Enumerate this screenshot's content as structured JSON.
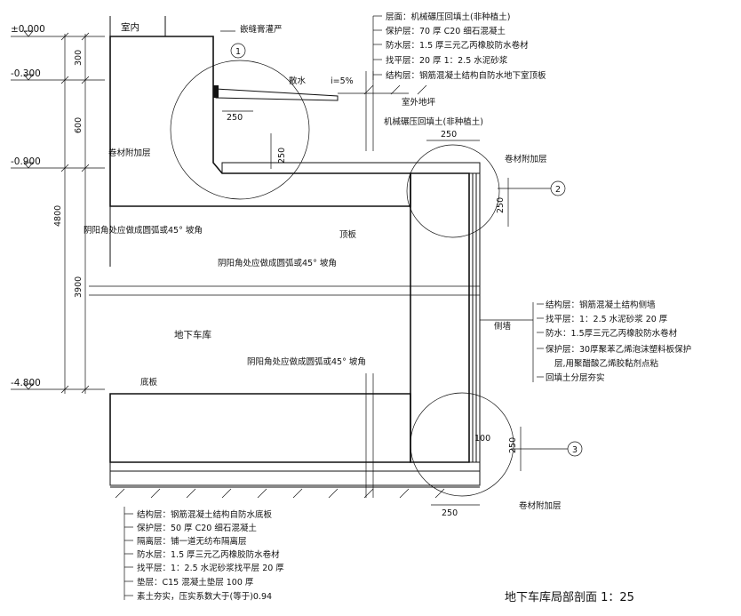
{
  "title": "地下车库局部剖面 1：25",
  "levels": [
    "±0.000",
    "-0.300",
    "-0.900",
    "-4.800"
  ],
  "dims_vertical": [
    "300",
    "600",
    "4800",
    "3900"
  ],
  "dims": {
    "d250_top": "250",
    "d250_top_v": "250",
    "d250_right_top": "250",
    "d250_right_v": "250",
    "d100": "100",
    "d250_bottom_v": "250",
    "d250_bottom": "250"
  },
  "callouts": [
    "1",
    "2",
    "3"
  ],
  "labels": {
    "indoor": "室内",
    "sealant": "嵌缝膏灌严",
    "drain": "散水",
    "slope": "i=5%",
    "outdoor_ground": "室外地坪",
    "backfill": "机械碾压回填土(非种植土)",
    "membrane_extra_1": "卷材附加层",
    "membrane_extra_2": "卷材附加层",
    "membrane_extra_3": "卷材附加层",
    "roof_slab": "顶板",
    "fillet_1": "阴阳角处应做成圆弧或45° 坡角",
    "fillet_2": "阴阳角处应做成圆弧或45° 坡角",
    "fillet_3": "阴阳角处应做成圆弧或45° 坡角",
    "garage": "地下车库",
    "bottom_slab": "底板",
    "side_wall": "侧墙"
  },
  "roof_layers": [
    "层面：机械碾压回填土(非种植土)",
    "保护层：70 厚 C20 细石混凝土",
    "防水层：1.5 厚三元乙丙橡胶防水卷材",
    "找平层：20 厚 1：2.5 水泥砂浆",
    "结构层：钢筋混凝土结构自防水地下室顶板"
  ],
  "wall_layers": [
    "结构层：钢筋混凝土结构侧墙",
    "找平层：1：2.5 水泥砂浆 20 厚",
    "防水：1.5厚三元乙丙橡胶防水卷材",
    "保护层：30厚聚苯乙烯泡沫塑料板保护",
    "层,用聚醋酸乙烯胶黏剂点粘",
    "回填土分层夯实"
  ],
  "floor_layers": [
    "结构层：钢筋混凝土结构自防水底板",
    "保护层：50 厚 C20 细石混凝土",
    "隔离层：铺一道无纺布隔离层",
    "防水层：1.5 厚三元乙丙橡胶防水卷材",
    "找平层：1：2.5 水泥砂浆找平层 20 厚",
    "垫层：C15 混凝土垫层 100 厚",
    "素土夯实，压实系数大于(等于)0.94"
  ]
}
